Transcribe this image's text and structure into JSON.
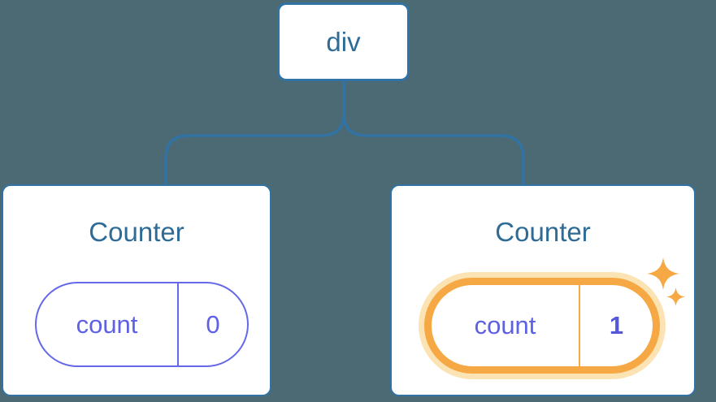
{
  "diagram": {
    "description": "React component tree diagram: a div root with two Counter children holding count state",
    "root_node": {
      "label": "div"
    },
    "children": [
      {
        "title": "Counter",
        "state": {
          "key": "count",
          "value": "0"
        },
        "highlighted": false
      },
      {
        "title": "Counter",
        "state": {
          "key": "count",
          "value": "1"
        },
        "highlighted": true
      }
    ],
    "icons": [
      "sparkle-icon",
      "sparkle-icon"
    ]
  },
  "theme": {
    "bg": "#4C6A74",
    "blue": "#3173A4",
    "blue-text": "#2E6B96",
    "purple": "#6568E8",
    "purple-text": "#5E61E4",
    "purple-bold": "#5457D9",
    "orange": "#F6A844",
    "orange-halo": "#FBE3B4"
  }
}
